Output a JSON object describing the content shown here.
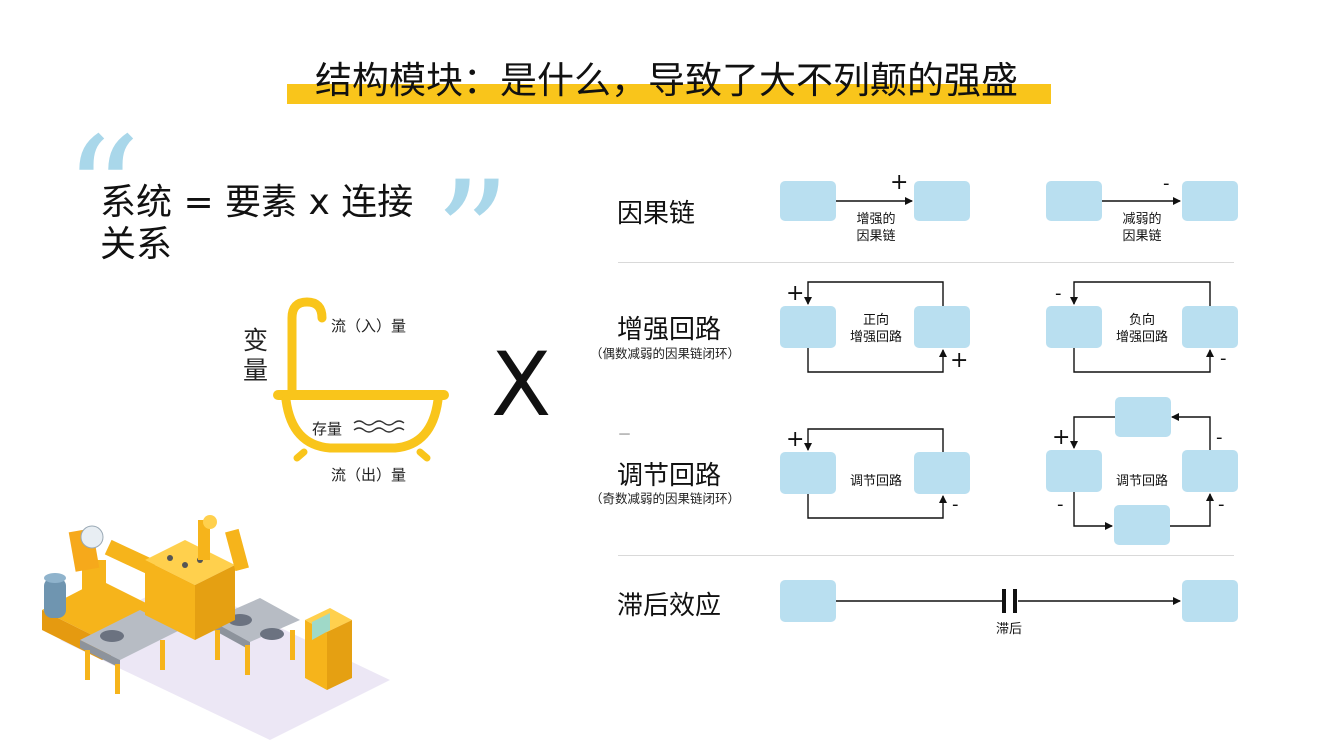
{
  "title": "结构模块：是什么，导致了大不列颠的强盛",
  "quote": {
    "text_line1": "系统 =   要素 x 连接",
    "text_line2": "关系",
    "open_mark": "“",
    "close_mark": "”"
  },
  "bathtub": {
    "variable_label": "变量",
    "inflow_label": "流（入）量",
    "stock_label": "存量",
    "outflow_label": "流（出）量"
  },
  "times_sign": "X",
  "rows": {
    "causal": {
      "label": "因果链",
      "reinforce_sign": "+",
      "reinforce_caption_1": "增强的",
      "reinforce_caption_2": "因果链",
      "weaken_sign": "-",
      "weaken_caption_1": "减弱的",
      "weaken_caption_2": "因果链"
    },
    "reinforcing": {
      "label": "增强回路",
      "sublabel": "（偶数减弱的因果链闭环）",
      "positive_caption_1": "正向",
      "positive_caption_2": "增强回路",
      "positive_sign_top": "+",
      "positive_sign_bottom": "+",
      "negative_caption_1": "负向",
      "negative_caption_2": "增强回路",
      "negative_sign_top": "-",
      "negative_sign_bottom": "-"
    },
    "balancing": {
      "label": "调节回路",
      "sublabel": "（奇数减弱的因果链闭环）",
      "dash": "–",
      "left_caption": "调节回路",
      "left_sign_top": "+",
      "left_sign_bottom": "-",
      "right_caption": "调节回路",
      "right_sign_plus": "+",
      "right_sign_tr": "-",
      "right_sign_bl": "-",
      "right_sign_br": "-"
    },
    "delay": {
      "label": "滞后效应",
      "caption": "滞后"
    }
  },
  "colors": {
    "accent_yellow": "#f9c51b",
    "box_blue": "#b9dff0",
    "quote_blue": "#a9d7ea"
  }
}
